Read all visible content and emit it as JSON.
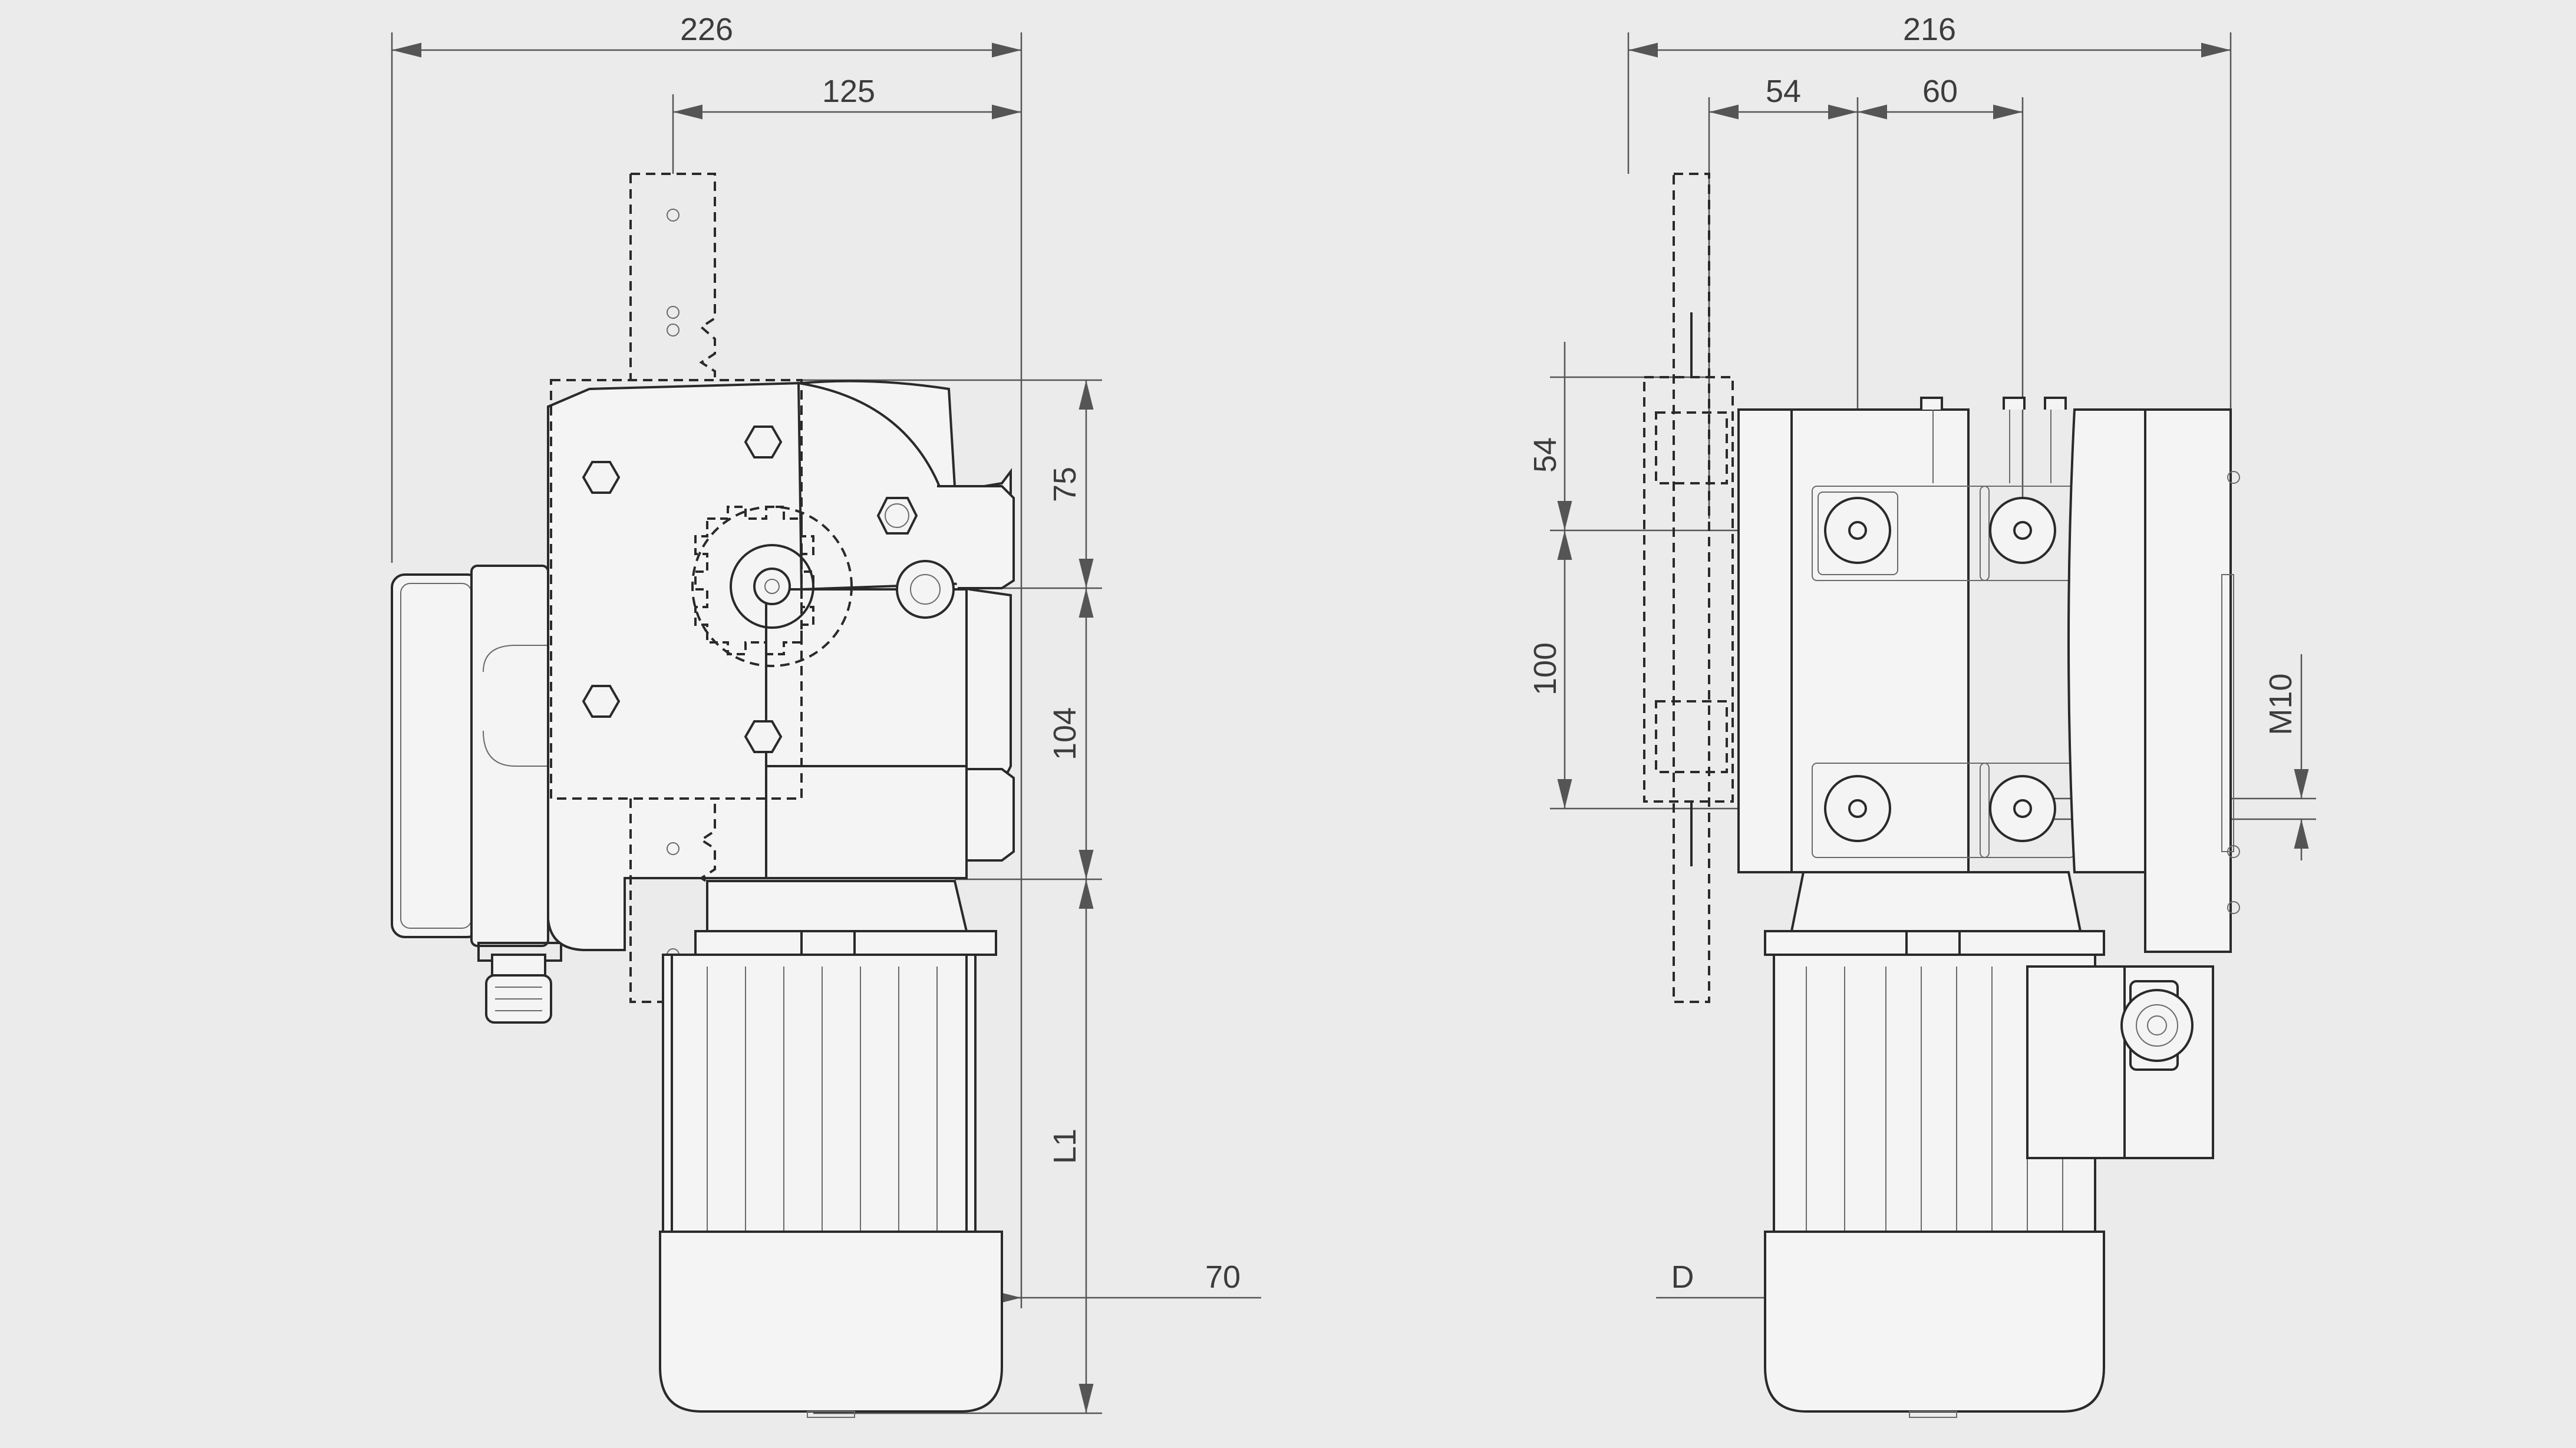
{
  "drawing": {
    "background_color": "#ebebeb",
    "line_color": "#2a2a2a",
    "dimension_color": "#555555",
    "side_view": {
      "dimensions": {
        "overall_width": "226",
        "shaft_offset": "125",
        "upper_height": "75",
        "lower_height": "104",
        "motor_length": "L1",
        "motor_offset": "70"
      }
    },
    "front_view": {
      "dimensions": {
        "overall_width": "216",
        "flange_offset": "54",
        "bolt_spacing": "60",
        "upper_offset": "54",
        "vertical_bolt_spacing": "100",
        "thread": "M10",
        "motor_diameter": "D"
      }
    }
  }
}
